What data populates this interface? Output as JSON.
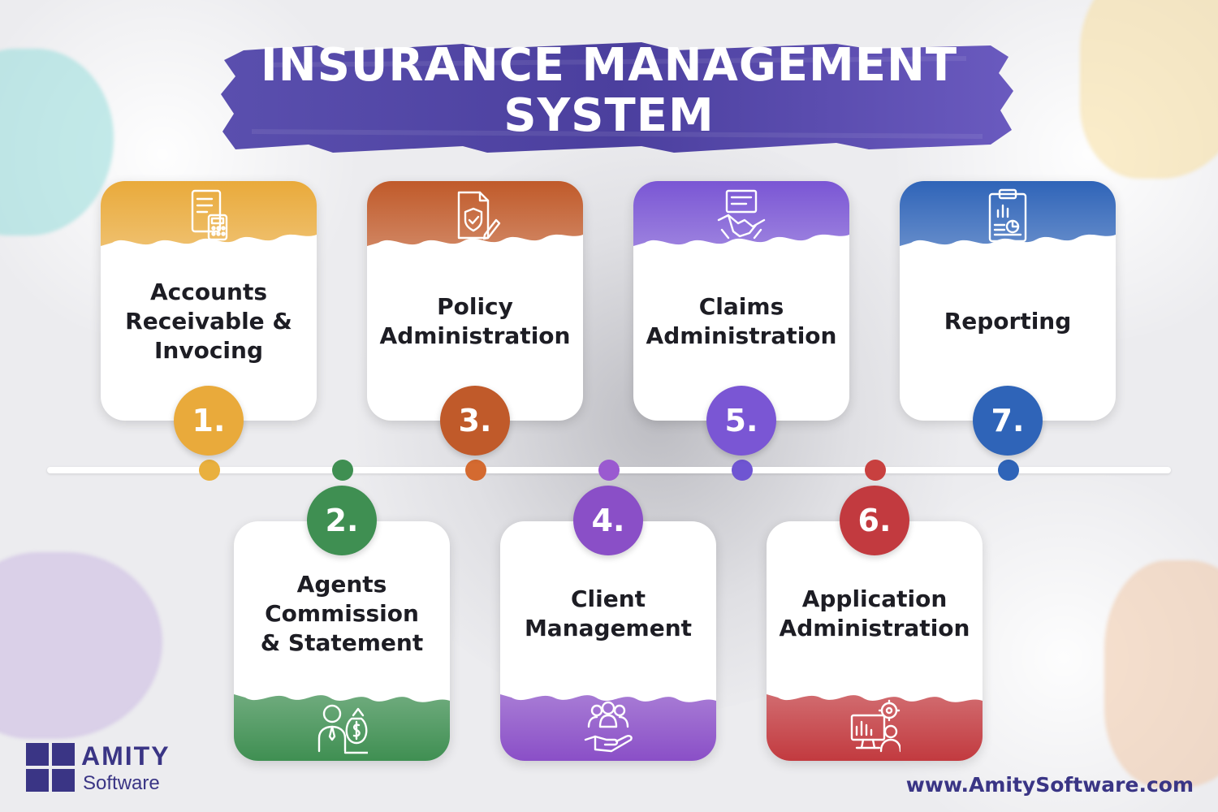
{
  "title_line1": "INSURANCE MANAGEMENT",
  "title_line2": "SYSTEM",
  "steps": [
    {
      "number": "1.",
      "lines": [
        "Accounts",
        "Receivable &",
        "Invocing"
      ],
      "color": "#e9aa3b",
      "icon": "invoice-calculator-icon"
    },
    {
      "number": "2.",
      "lines": [
        "Agents",
        "Commission",
        "& Statement"
      ],
      "color": "#3f8f52",
      "icon": "agent-money-bag-icon"
    },
    {
      "number": "3.",
      "lines": [
        "Policy",
        "Administration"
      ],
      "color": "#c05a2a",
      "icon": "policy-document-shield-icon"
    },
    {
      "number": "4.",
      "lines": [
        "Client",
        "Management"
      ],
      "color": "#8a4fc7",
      "icon": "client-group-hand-icon"
    },
    {
      "number": "5.",
      "lines": [
        "Claims",
        "Administration"
      ],
      "color": "#7a56d4",
      "icon": "claims-handshake-icon"
    },
    {
      "number": "6.",
      "lines": [
        "Application",
        "Administration"
      ],
      "color": "#c23a3f",
      "icon": "application-monitor-gear-icon"
    },
    {
      "number": "7.",
      "lines": [
        "Reporting"
      ],
      "color": "#2f64b8",
      "icon": "report-clipboard-icon"
    }
  ],
  "timeline_dot_colors": [
    "#e9b03e",
    "#3f8f52",
    "#d46a30",
    "#9a5ad0",
    "#6f55d2",
    "#c8403f",
    "#2f64b8"
  ],
  "brand_colors": {
    "banner": "#4b3f9e",
    "logo": "#3a3585"
  },
  "logo": {
    "main": "AMITY",
    "sub": "Software"
  },
  "website": "www.AmitySoftware.com"
}
